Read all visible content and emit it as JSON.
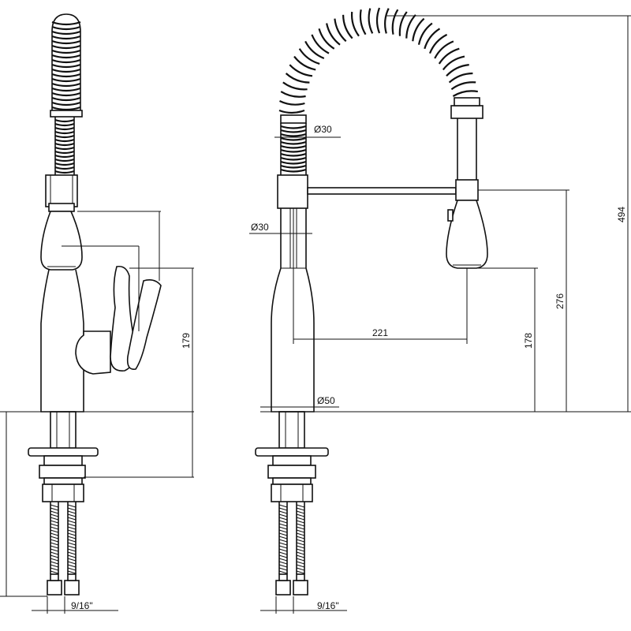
{
  "side_view": {
    "height_label": "179",
    "connector_label": "9/16\""
  },
  "front_view": {
    "total_height_label": "494",
    "spout_height_label": "276",
    "outlet_height_label": "178",
    "reach_label": "221",
    "spring_diameter_label": "Ø30",
    "body_diameter_label": "Ø30",
    "base_diameter_label": "Ø50",
    "connector_label": "9/16\""
  }
}
